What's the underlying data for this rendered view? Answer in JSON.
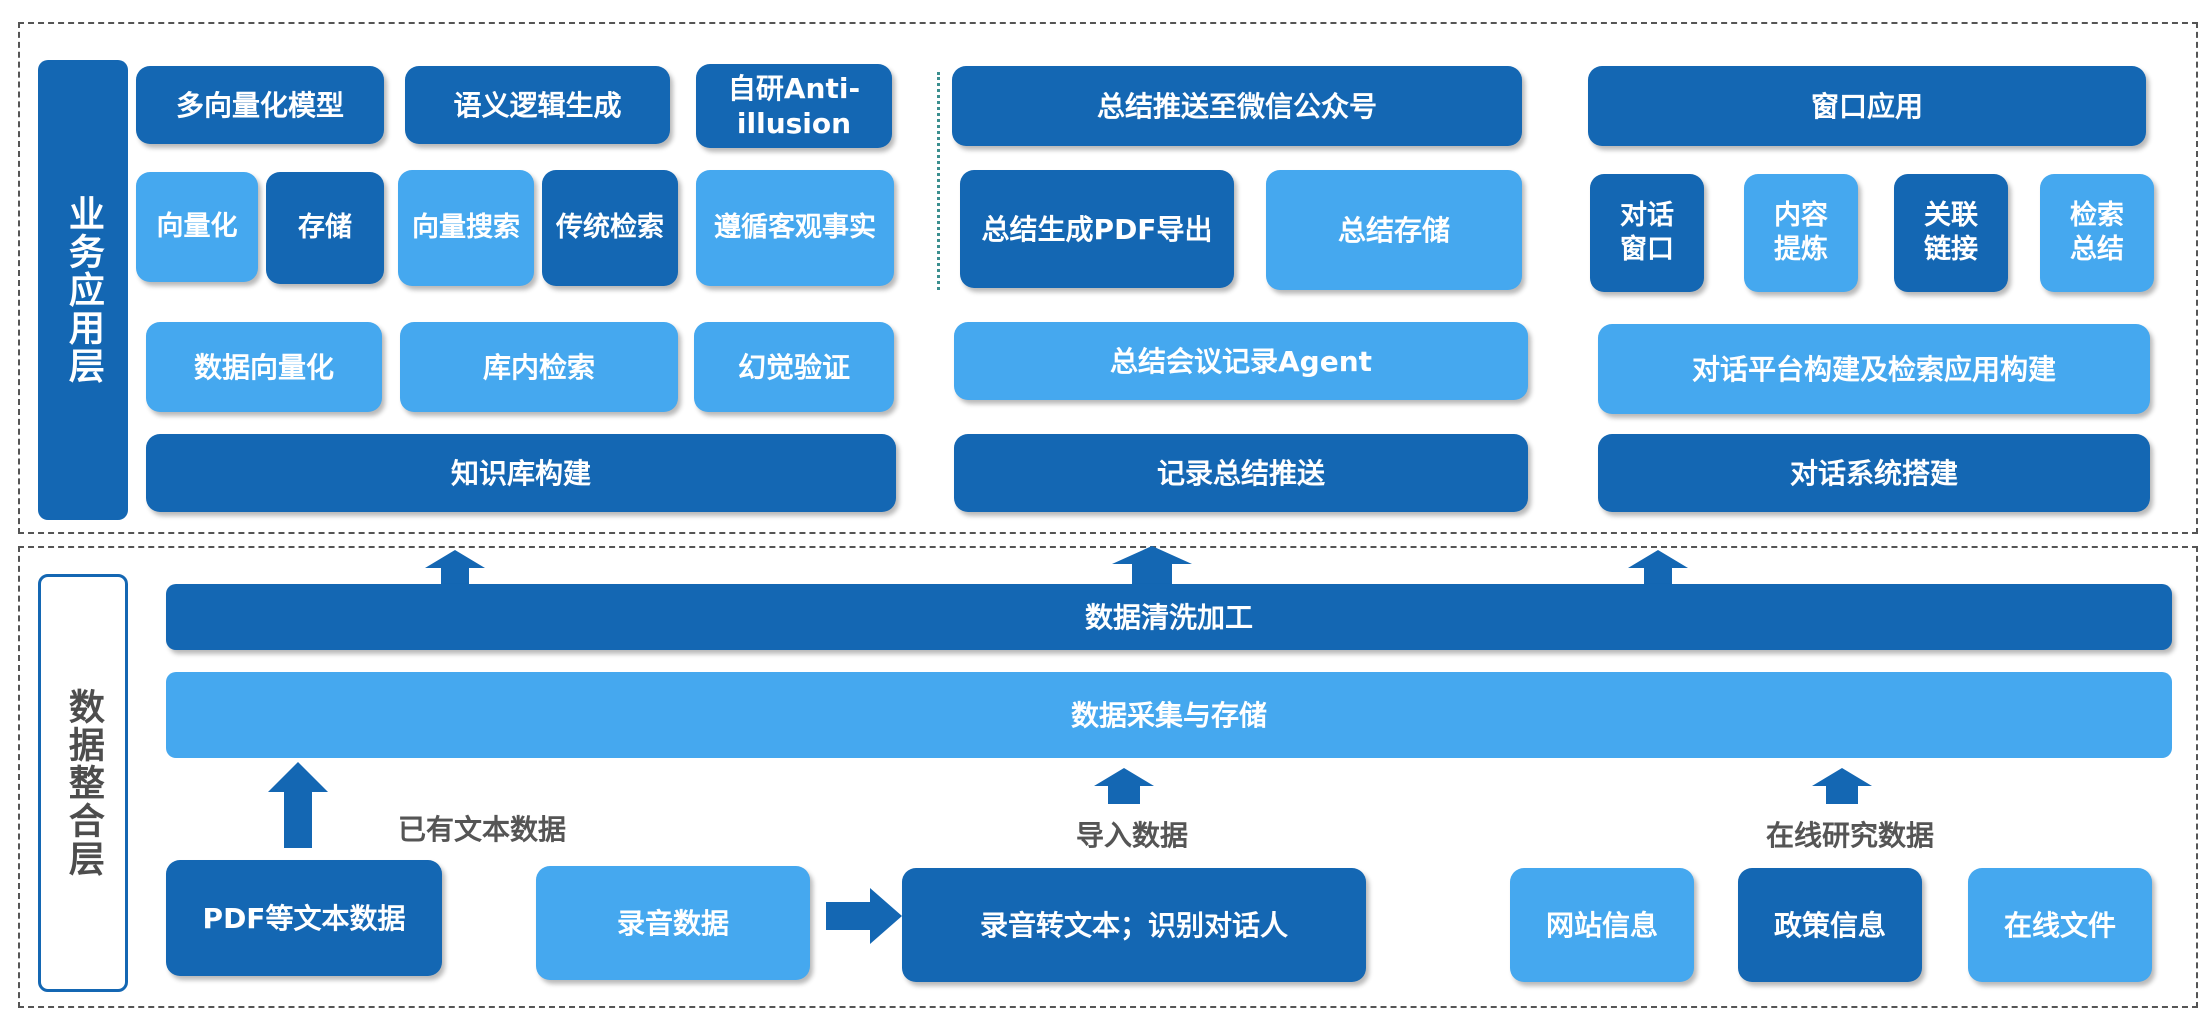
{
  "layers": {
    "business": "业务应用层",
    "data": "数据整合层"
  },
  "kb": {
    "top": [
      "多向量化模型",
      "语义逻辑生成",
      "自研Anti-illusion"
    ],
    "mid": [
      "向量化",
      "存储",
      "向量搜索",
      "传统检索",
      "遵循客观事实"
    ],
    "low": [
      "数据向量化",
      "库内检索",
      "幻觉验证"
    ],
    "base": "知识库构建"
  },
  "summary": {
    "push": "总结推送至微信公众号",
    "pdf": "总结生成PDF导出",
    "store": "总结存储",
    "agent": "总结会议记录Agent",
    "base": "记录总结推送"
  },
  "dialog": {
    "app": "窗口应用",
    "items": [
      "对话窗口",
      "内容提炼",
      "关联链接",
      "检索总结"
    ],
    "platform": "对话平台构建及检索应用构建",
    "base": "对话系统搭建"
  },
  "data": {
    "clean": "数据清洗加工",
    "collect": "数据采集与存储",
    "existing_label": "已有文本数据",
    "import_label": "导入数据",
    "online_label": "在线研究数据",
    "pdf": "PDF等文本数据",
    "audio": "录音数据",
    "transcribe": "录音转文本；识别对话人",
    "web": "网站信息",
    "policy": "政策信息",
    "files": "在线文件"
  }
}
